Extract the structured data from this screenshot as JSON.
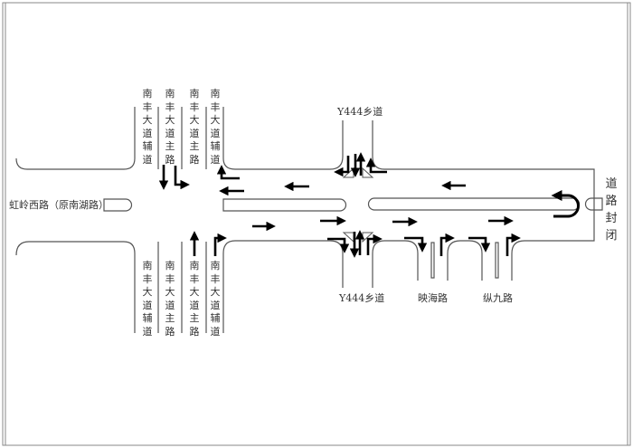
{
  "roads": {
    "nanfeng_top": [
      "南丰大道辅道",
      "南丰大道主路",
      "南丰大道主路",
      "南丰大道辅道"
    ],
    "nanfeng_bottom": [
      "南丰大道辅道",
      "南丰大道主路",
      "南丰大道主路",
      "南丰大道辅道"
    ],
    "west_road": "虹岭西路（原南湖路）",
    "y444_top": "Y444乡道",
    "y444_bottom": "Y444乡道",
    "yinghai": "映海路",
    "zongjiu": "纵九路",
    "closed": "道路封闭"
  }
}
